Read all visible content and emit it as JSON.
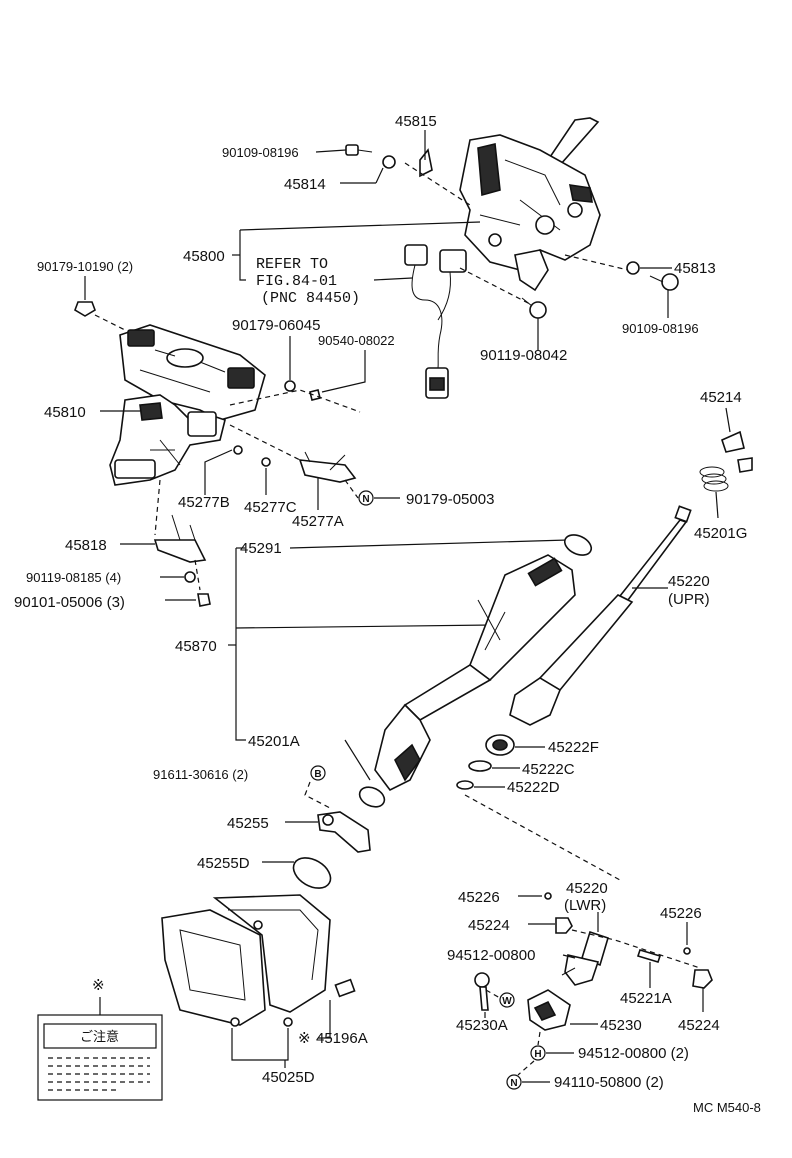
{
  "labels": {
    "p45815": "45815",
    "p90109_08196_a": "90109-08196",
    "p45814": "45814",
    "p45800": "45800",
    "refer1": "REFER TO",
    "refer2": "FIG.84-01",
    "refer3": "(PNC 84450)",
    "p45813": "45813",
    "p90109_08196_b": "90109-08196",
    "p90179_10190": "90179-10190 (2)",
    "p90179_06045": "90179-06045",
    "p90540_08022": "90540-08022",
    "p90119_08042": "90119-08042",
    "p45810": "45810",
    "p45214": "45214",
    "p45277B": "45277B",
    "p45277C": "45277C",
    "p45277A": "45277A",
    "p90179_05003": "90179-05003",
    "p45201G": "45201G",
    "p45818": "45818",
    "p45291": "45291",
    "p45220_upr_a": "45220",
    "p45220_upr_b": "(UPR)",
    "p90119_08185": "90119-08185 (4)",
    "p90101_05006": "90101-05006 (3)",
    "p45870": "45870",
    "p45201A": "45201A",
    "p45222F": "45222F",
    "p91611_30616": "91611-30616 (2)",
    "p45222C": "45222C",
    "p45222D": "45222D",
    "p45255": "45255",
    "p45255D": "45255D",
    "p45226_a": "45226",
    "p45220_lwr_a": "45220",
    "p45220_lwr_b": "(LWR)",
    "p45226_b": "45226",
    "p45224_a": "45224",
    "p94512_00800_a": "94512-00800",
    "p45221A": "45221A",
    "p45230A": "45230A",
    "p45230": "45230",
    "p45224_b": "45224",
    "p45196A": "45196A",
    "p45025D": "45025D",
    "p94512_00800_b": "94512-00800 (2)",
    "p94110_50800": "94110-50800 (2)",
    "note_symbol": "※",
    "note_symbol_b": "※",
    "caution_label": "ご注意",
    "figure_code": "MC M540-8"
  },
  "markers": {
    "N": "N",
    "B": "B",
    "W": "W",
    "H": "H"
  }
}
